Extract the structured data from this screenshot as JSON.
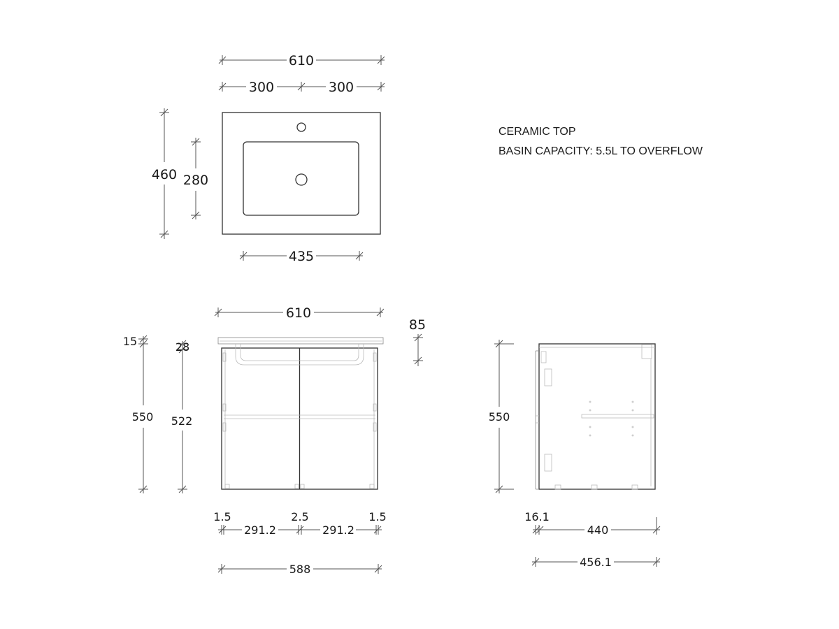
{
  "notes": {
    "line1": "CERAMIC TOP",
    "line2": "BASIN CAPACITY: 5.5L TO OVERFLOW"
  },
  "plan_view": {
    "overall_width": "610",
    "half_width_left": "300",
    "half_width_right": "300",
    "overall_depth": "460",
    "bowl_depth": "280",
    "bowl_width": "435"
  },
  "front_view": {
    "overall_width": "610",
    "top_thickness": "85",
    "top_gap": "15",
    "inner_top": "28",
    "height": "550",
    "door_height": "522",
    "gap_left": "1.5",
    "gap_center": "2.5",
    "gap_right": "1.5",
    "door_left": "291.2",
    "door_right": "291.2",
    "cabinet_width": "588"
  },
  "side_view": {
    "height": "550",
    "door_thickness": "16.1",
    "body_depth": "440",
    "overall_depth": "456.1"
  }
}
